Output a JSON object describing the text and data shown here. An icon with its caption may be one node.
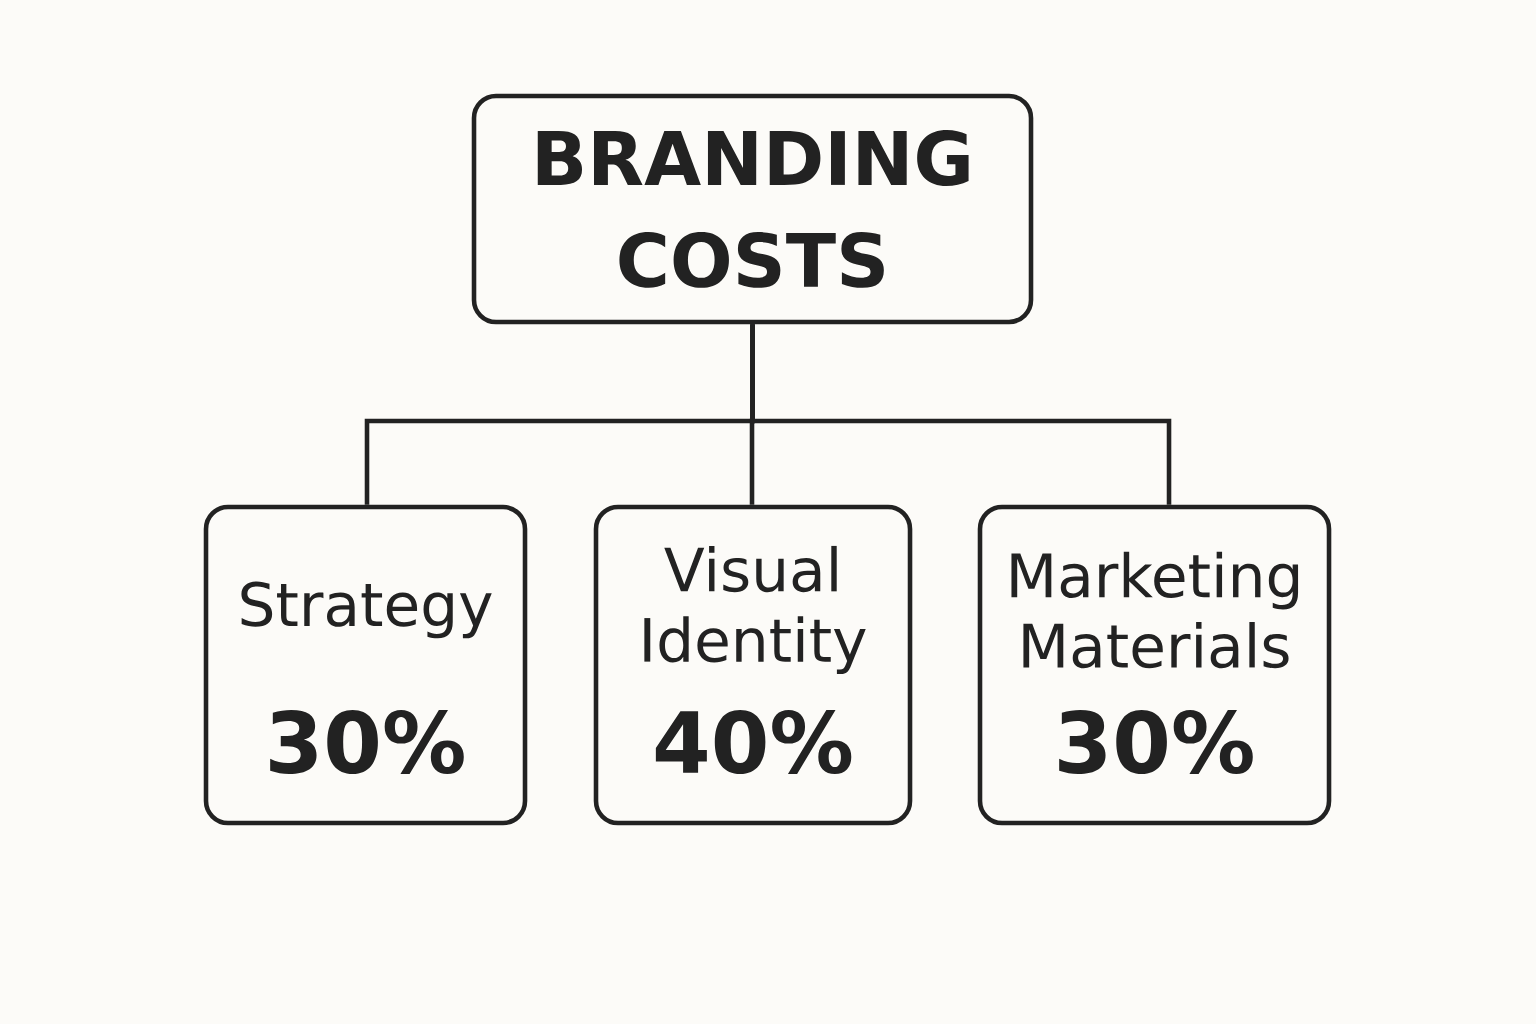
{
  "diagram": {
    "nodes": [
      {
        "text": [
          "BRANDING COSTS"
        ]
      },
      {
        "text": [
          "Strategy",
          "30%"
        ]
      },
      {
        "text": [
          "Visual Identity",
          "40%"
        ]
      },
      {
        "text": [
          "Marketing Materials",
          "30%"
        ]
      }
    ],
    "edges": [
      {
        "from": 0,
        "to": 1,
        "arrow": "none"
      },
      {
        "from": 0,
        "to": 2,
        "arrow": "none"
      },
      {
        "from": 0,
        "to": 3,
        "arrow": "none"
      }
    ]
  }
}
